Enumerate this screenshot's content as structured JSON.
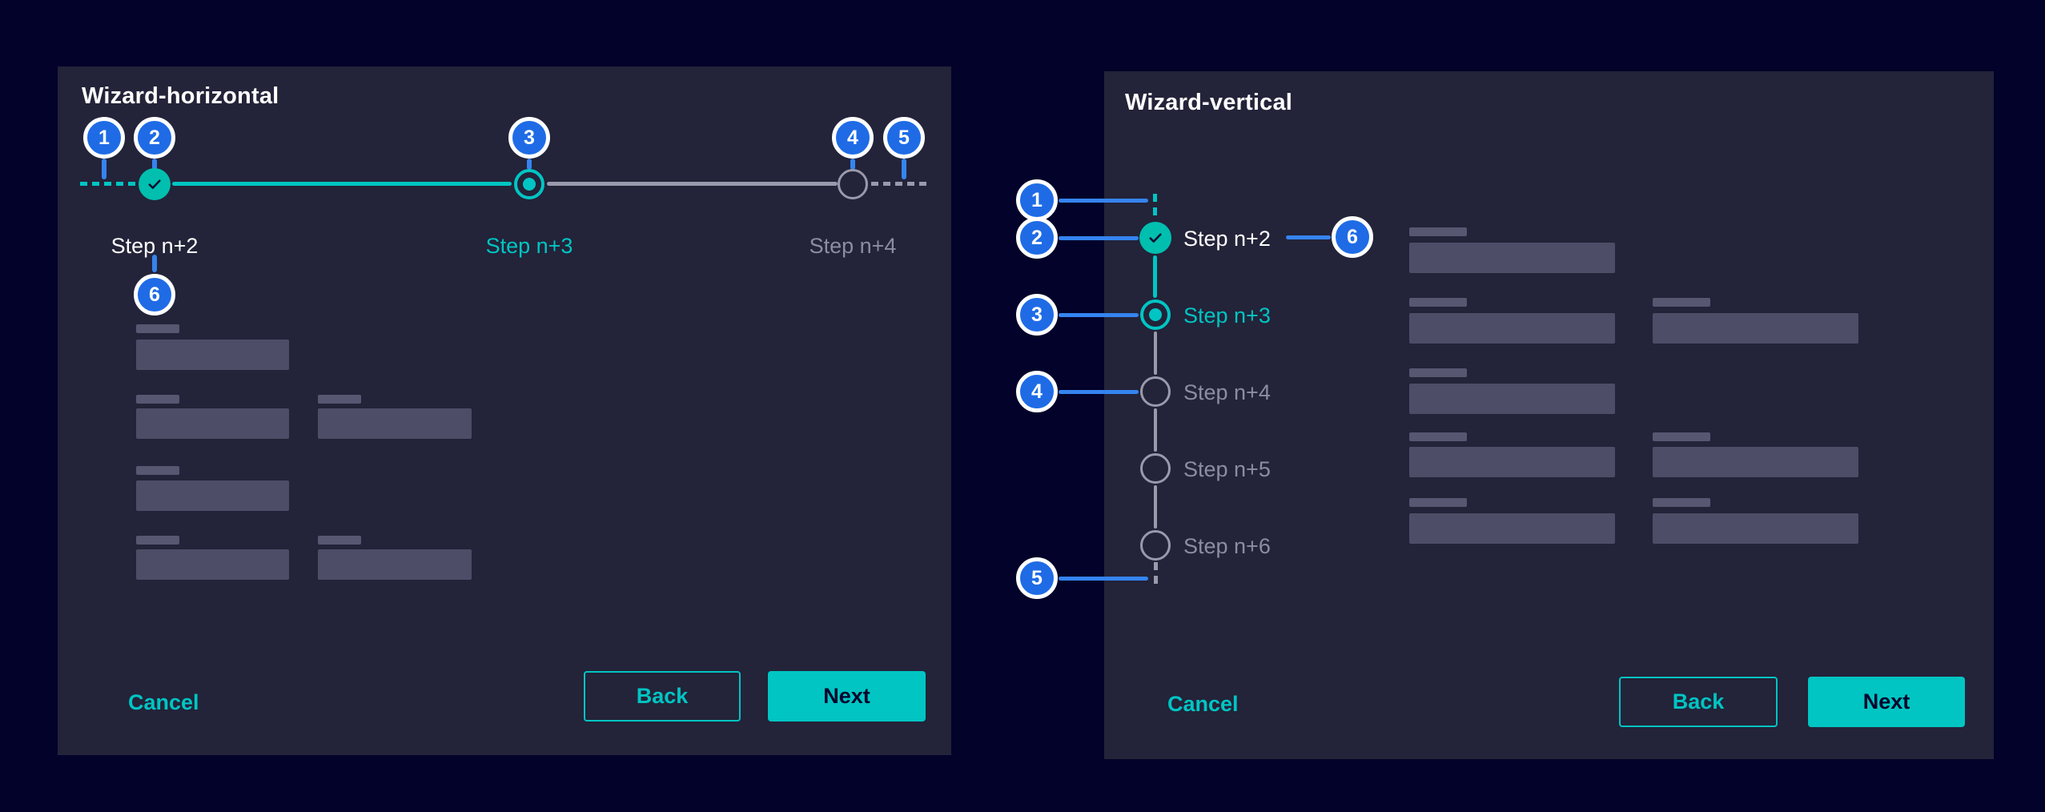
{
  "palette": {
    "background": "#02022A",
    "card": "#232339",
    "accent_teal": "#00C5C3",
    "done_step_teal": "#00BFAF",
    "on_accent_text": "#03032B",
    "callout_badge_blue": "#1F6BE6",
    "callout_line_blue": "#3584F0",
    "future_gray": "#9A9AAD",
    "muted_step_text": "#8C8DA2",
    "skeleton_label_gray": "#575772",
    "skeleton_input_gray": "#4D4D68",
    "white": "#FFFFFF"
  },
  "horizontal": {
    "title": "Wizard-horizontal",
    "callouts": {
      "c1": "1",
      "c2": "2",
      "c3": "3",
      "c4": "4",
      "c5": "5",
      "c6": "6"
    },
    "steps": {
      "done": "Step n+2",
      "current": "Step n+3",
      "upcoming": "Step n+4"
    },
    "actions": {
      "cancel": "Cancel",
      "back": "Back",
      "next": "Next"
    }
  },
  "vertical": {
    "title": "Wizard-vertical",
    "callouts": {
      "c1": "1",
      "c2": "2",
      "c3": "3",
      "c4": "4",
      "c5": "5",
      "c6": "6"
    },
    "steps": {
      "step1": "Step n+2",
      "step2": "Step n+3",
      "step3": "Step n+4",
      "step4": "Step n+5",
      "step5": "Step n+6"
    },
    "actions": {
      "cancel": "Cancel",
      "back": "Back",
      "next": "Next"
    }
  }
}
